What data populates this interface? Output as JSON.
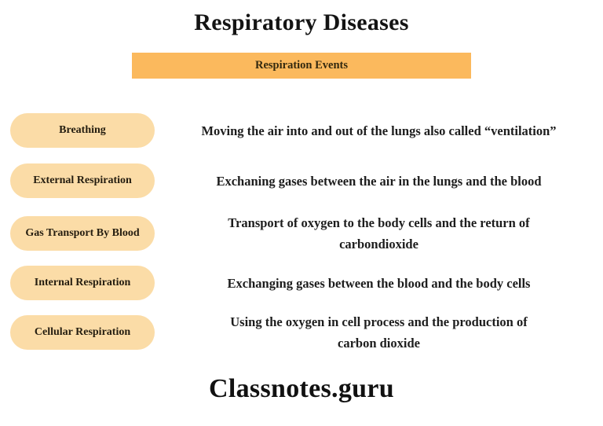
{
  "title": "Respiratory Diseases",
  "banner": {
    "label": "Respiration Events",
    "bg_color": "#FBB95D"
  },
  "colors": {
    "pill_bg": "#FBDCA7",
    "text": "#1D1D1D"
  },
  "rows": [
    {
      "label": "Breathing",
      "lines": [
        "Moving the air into and out of the lungs also called “ventilation”"
      ]
    },
    {
      "label": "External Respiration",
      "lines": [
        "Exchaning gases between the air in the lungs and the blood"
      ]
    },
    {
      "label": "Gas Transport By Blood",
      "lines": [
        "Transport of oxygen to the body cells and the return of",
        "carbondioxide"
      ]
    },
    {
      "label": "Internal Respiration",
      "lines": [
        "Exchanging gases between the blood and the body cells"
      ]
    },
    {
      "label": "Cellular Respiration",
      "lines": [
        "Using the oxygen in cell process and the production of",
        "carbon dioxide"
      ]
    }
  ],
  "footer": {
    "brand": "Classnotes.guru"
  }
}
